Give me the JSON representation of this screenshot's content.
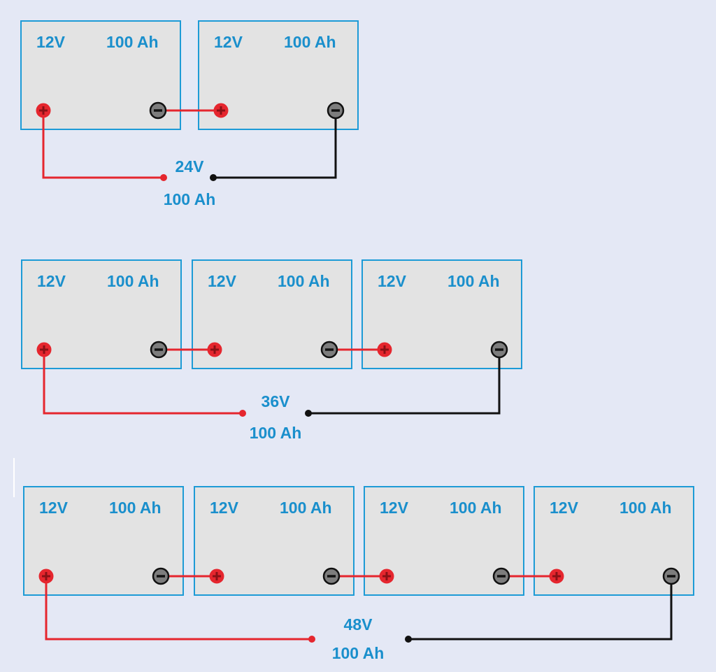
{
  "colors": {
    "background": "#e4e8f5",
    "battery_fill": "#e3e3e3",
    "battery_border": "#1d9bd6",
    "label": "#1a8fcc",
    "positive": "#e5262e",
    "negative_fill": "#7d7d7d",
    "wire_negative": "#111111"
  },
  "icons": {
    "positive": "plus-terminal-icon",
    "negative": "minus-terminal-icon"
  },
  "battery": {
    "voltage": "12V",
    "capacity": "100 Ah"
  },
  "rows": [
    {
      "battery_count": 2,
      "total_voltage": "24V",
      "total_capacity": "100 Ah"
    },
    {
      "battery_count": 3,
      "total_voltage": "36V",
      "total_capacity": "100 Ah"
    },
    {
      "battery_count": 4,
      "total_voltage": "48V",
      "total_capacity": "100 Ah"
    }
  ]
}
